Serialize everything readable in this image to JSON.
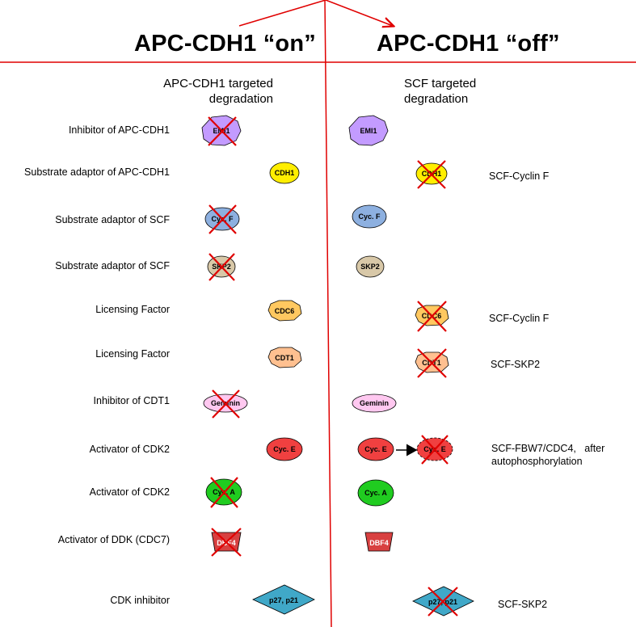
{
  "header": {
    "left_title": "APC-CDH1 “on”",
    "right_title": "APC-CDH1 “off”"
  },
  "subheaders": {
    "left": [
      "APC-CDH1 targeted",
      "degradation"
    ],
    "right": [
      "SCF targeted",
      "degradation"
    ]
  },
  "row_labels": [
    "Inhibitor of APC-CDH1",
    "Substrate adaptor of APC-CDH1",
    "Substrate adaptor of SCF",
    "Substrate adaptor of SCF",
    "Licensing Factor",
    "Licensing Factor",
    "Inhibitor of CDT1",
    "Activator of CDK2",
    "Activator of CDK2",
    "Activator of DDK (CDC7)",
    "CDK inhibitor"
  ],
  "proteins": {
    "emi1": "EMI1",
    "cdh1": "CDH1",
    "cycf": "Cyc. F",
    "skp2": "SKP2",
    "cdc6": "CDC6",
    "cdt1": "CDT1",
    "geminin": "Geminin",
    "cyce": "Cyc. E",
    "cyca": "Cyc. A",
    "dbf4": "DBF4",
    "p27p21": "p27, p21"
  },
  "right_labels": {
    "cdh1": "SCF-Cyclin F",
    "cdc6": "SCF-Cyclin F",
    "cdt1": "SCF-SKP2",
    "cyce": [
      "SCF-FBW7/CDC4,   after",
      "autophosphorylation"
    ],
    "p27p21": "SCF-SKP2"
  },
  "colors": {
    "divider": "#e00000",
    "cross": "#e00000",
    "emi1": "#c39bff",
    "cdh1": "#ffee00",
    "cycf": "#8db0e0",
    "skp2": "#d8c8a8",
    "cdc6": "#ffc860",
    "cdt1": "#ffc090",
    "geminin": "#ffc8f0",
    "cyce": "#f04040",
    "cyca": "#20cc20",
    "dbf4": "#d84040",
    "p27p21": "#40a8c8"
  }
}
